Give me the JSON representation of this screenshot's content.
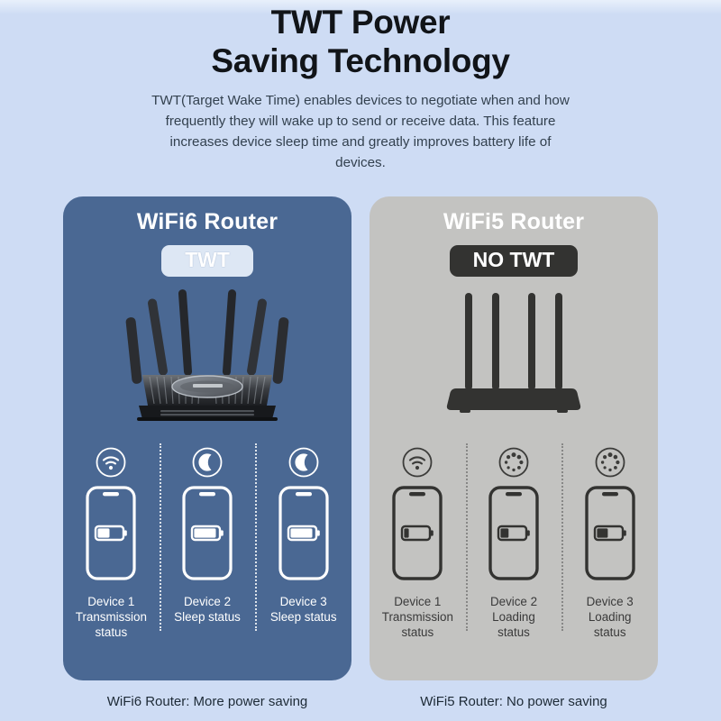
{
  "header": {
    "title": "TWT Power\nSaving Technology",
    "paragraph": "TWT(Target Wake Time) enables devices to negotiate when and how frequently they will wake up to send or receive data. This feature increases device sleep time and greatly improves battery life of devices."
  },
  "colors": {
    "background": "#cedcf4",
    "left_panel": "#4a6893",
    "right_panel": "#c3c3c1",
    "twt_badge_bg": "#dde7f4",
    "no_twt_badge_bg": "#333331",
    "title_text": "#111418",
    "paragraph_text": "#33414f"
  },
  "panels": [
    {
      "id": "wifi6",
      "title": "WiFi6 Router",
      "badge": "TWT",
      "router_icon": "wifi6-router-6-antenna-icon",
      "devices": [
        {
          "status_icon": "wifi-signal-icon",
          "battery_level": 50,
          "label": "Device 1\nTransmission\nstatus"
        },
        {
          "status_icon": "moon-sleep-z-icon",
          "battery_level": 92,
          "label": "Device 2\nSleep status"
        },
        {
          "status_icon": "moon-sleep-z-icon",
          "battery_level": 92,
          "label": "Device 3\nSleep status"
        }
      ],
      "caption": "WiFi6 Router: More power saving"
    },
    {
      "id": "wifi5",
      "title": "WiFi5 Router",
      "badge": "NO TWT",
      "router_icon": "wifi5-router-4-antenna-icon",
      "devices": [
        {
          "status_icon": "wifi-signal-icon",
          "battery_level": 20,
          "label": "Device 1\nTransmission\nstatus"
        },
        {
          "status_icon": "loading-spinner-icon",
          "battery_level": 34,
          "label": "Device 2\nLoading\nstatus"
        },
        {
          "status_icon": "loading-spinner-icon",
          "battery_level": 46,
          "label": "Device 3\nLoading\nstatus"
        }
      ],
      "caption": "WiFi5 Router: No power saving"
    }
  ]
}
